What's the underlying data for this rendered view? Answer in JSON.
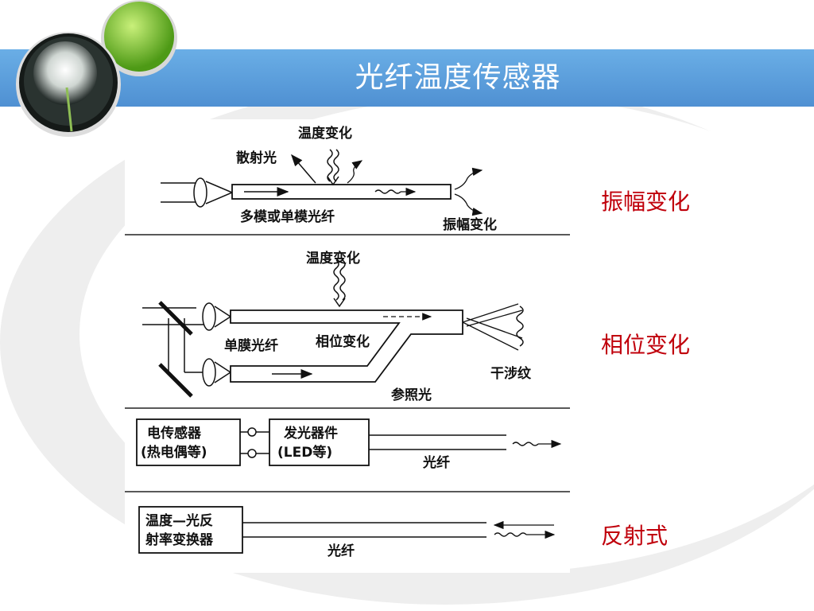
{
  "slide": {
    "title": "光纤温度传感器",
    "accent_color": "#c0000b",
    "title_bar_color": "#5b9bd5"
  },
  "side_labels": {
    "amplitude": "振幅变化",
    "phase": "相位变化",
    "reflective": "反射式"
  },
  "diagram1": {
    "temp_change": "温度变化",
    "scattered_light": "散射光",
    "fiber_type": "多模或单模光纤",
    "amplitude_change": "振幅变化"
  },
  "diagram2": {
    "temp_change": "温度变化",
    "single_mode_fiber": "单膜光纤",
    "phase_change": "相位变化",
    "interference": "干涉纹",
    "reference_light": "参照光"
  },
  "diagram3": {
    "sensor_line1": "电传感器",
    "sensor_line2": "(热电偶等)",
    "emitter_line1": "发光器件",
    "emitter_line2": "(LED等)",
    "fiber": "光纤"
  },
  "diagram4": {
    "converter_line1": "温度—光反",
    "converter_line2": "射率变换器",
    "fiber": "光纤"
  }
}
